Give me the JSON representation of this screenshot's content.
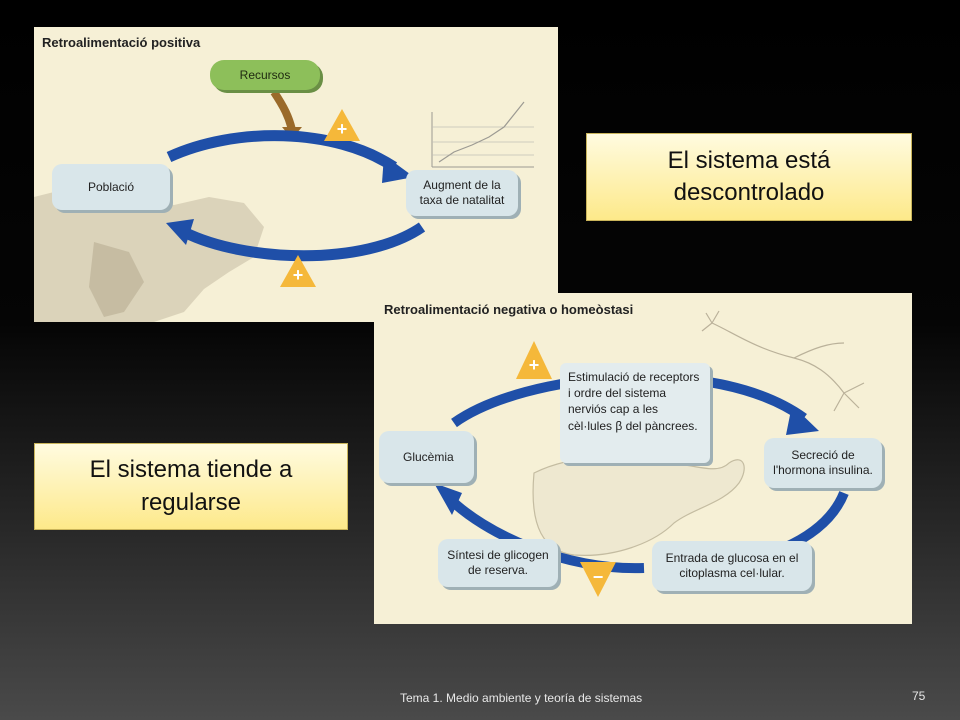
{
  "positive_panel": {
    "title": "Retroalimentació positiva",
    "resources_label": "Recursos",
    "population_label": "Població",
    "birthrate_label": "Augment de la taxa de natalitat",
    "sign_top": "+",
    "sign_bottom": "+"
  },
  "negative_panel": {
    "title": "Retroalimentació negativa o homeòstasi",
    "glucemia_label": "Glucèmia",
    "stimulation_text": "Estimulació de receptors i ordre del sistema nerviós cap a les cèl·lules β del pàncrees.",
    "insulin_label": "Secreció de l'hormona insulina.",
    "glucose_entry_label": "Entrada de glucosa en el citoplasma cel·lular.",
    "glycogen_label": "Síntesi de glicogen de reserva.",
    "sign_top": "+",
    "sign_bottom": "−"
  },
  "callouts": {
    "uncontrolled": "El sistema está descontrolado",
    "regulated": "El sistema tiende a regularse"
  },
  "footer": {
    "text": "Tema 1. Medio ambiente y teoría de sistemas",
    "page_number": "75"
  },
  "colors": {
    "arrow_blue": "#1f4fa8",
    "sign_yellow": "#f5b83a",
    "callout_yellow": "#fde98a"
  }
}
